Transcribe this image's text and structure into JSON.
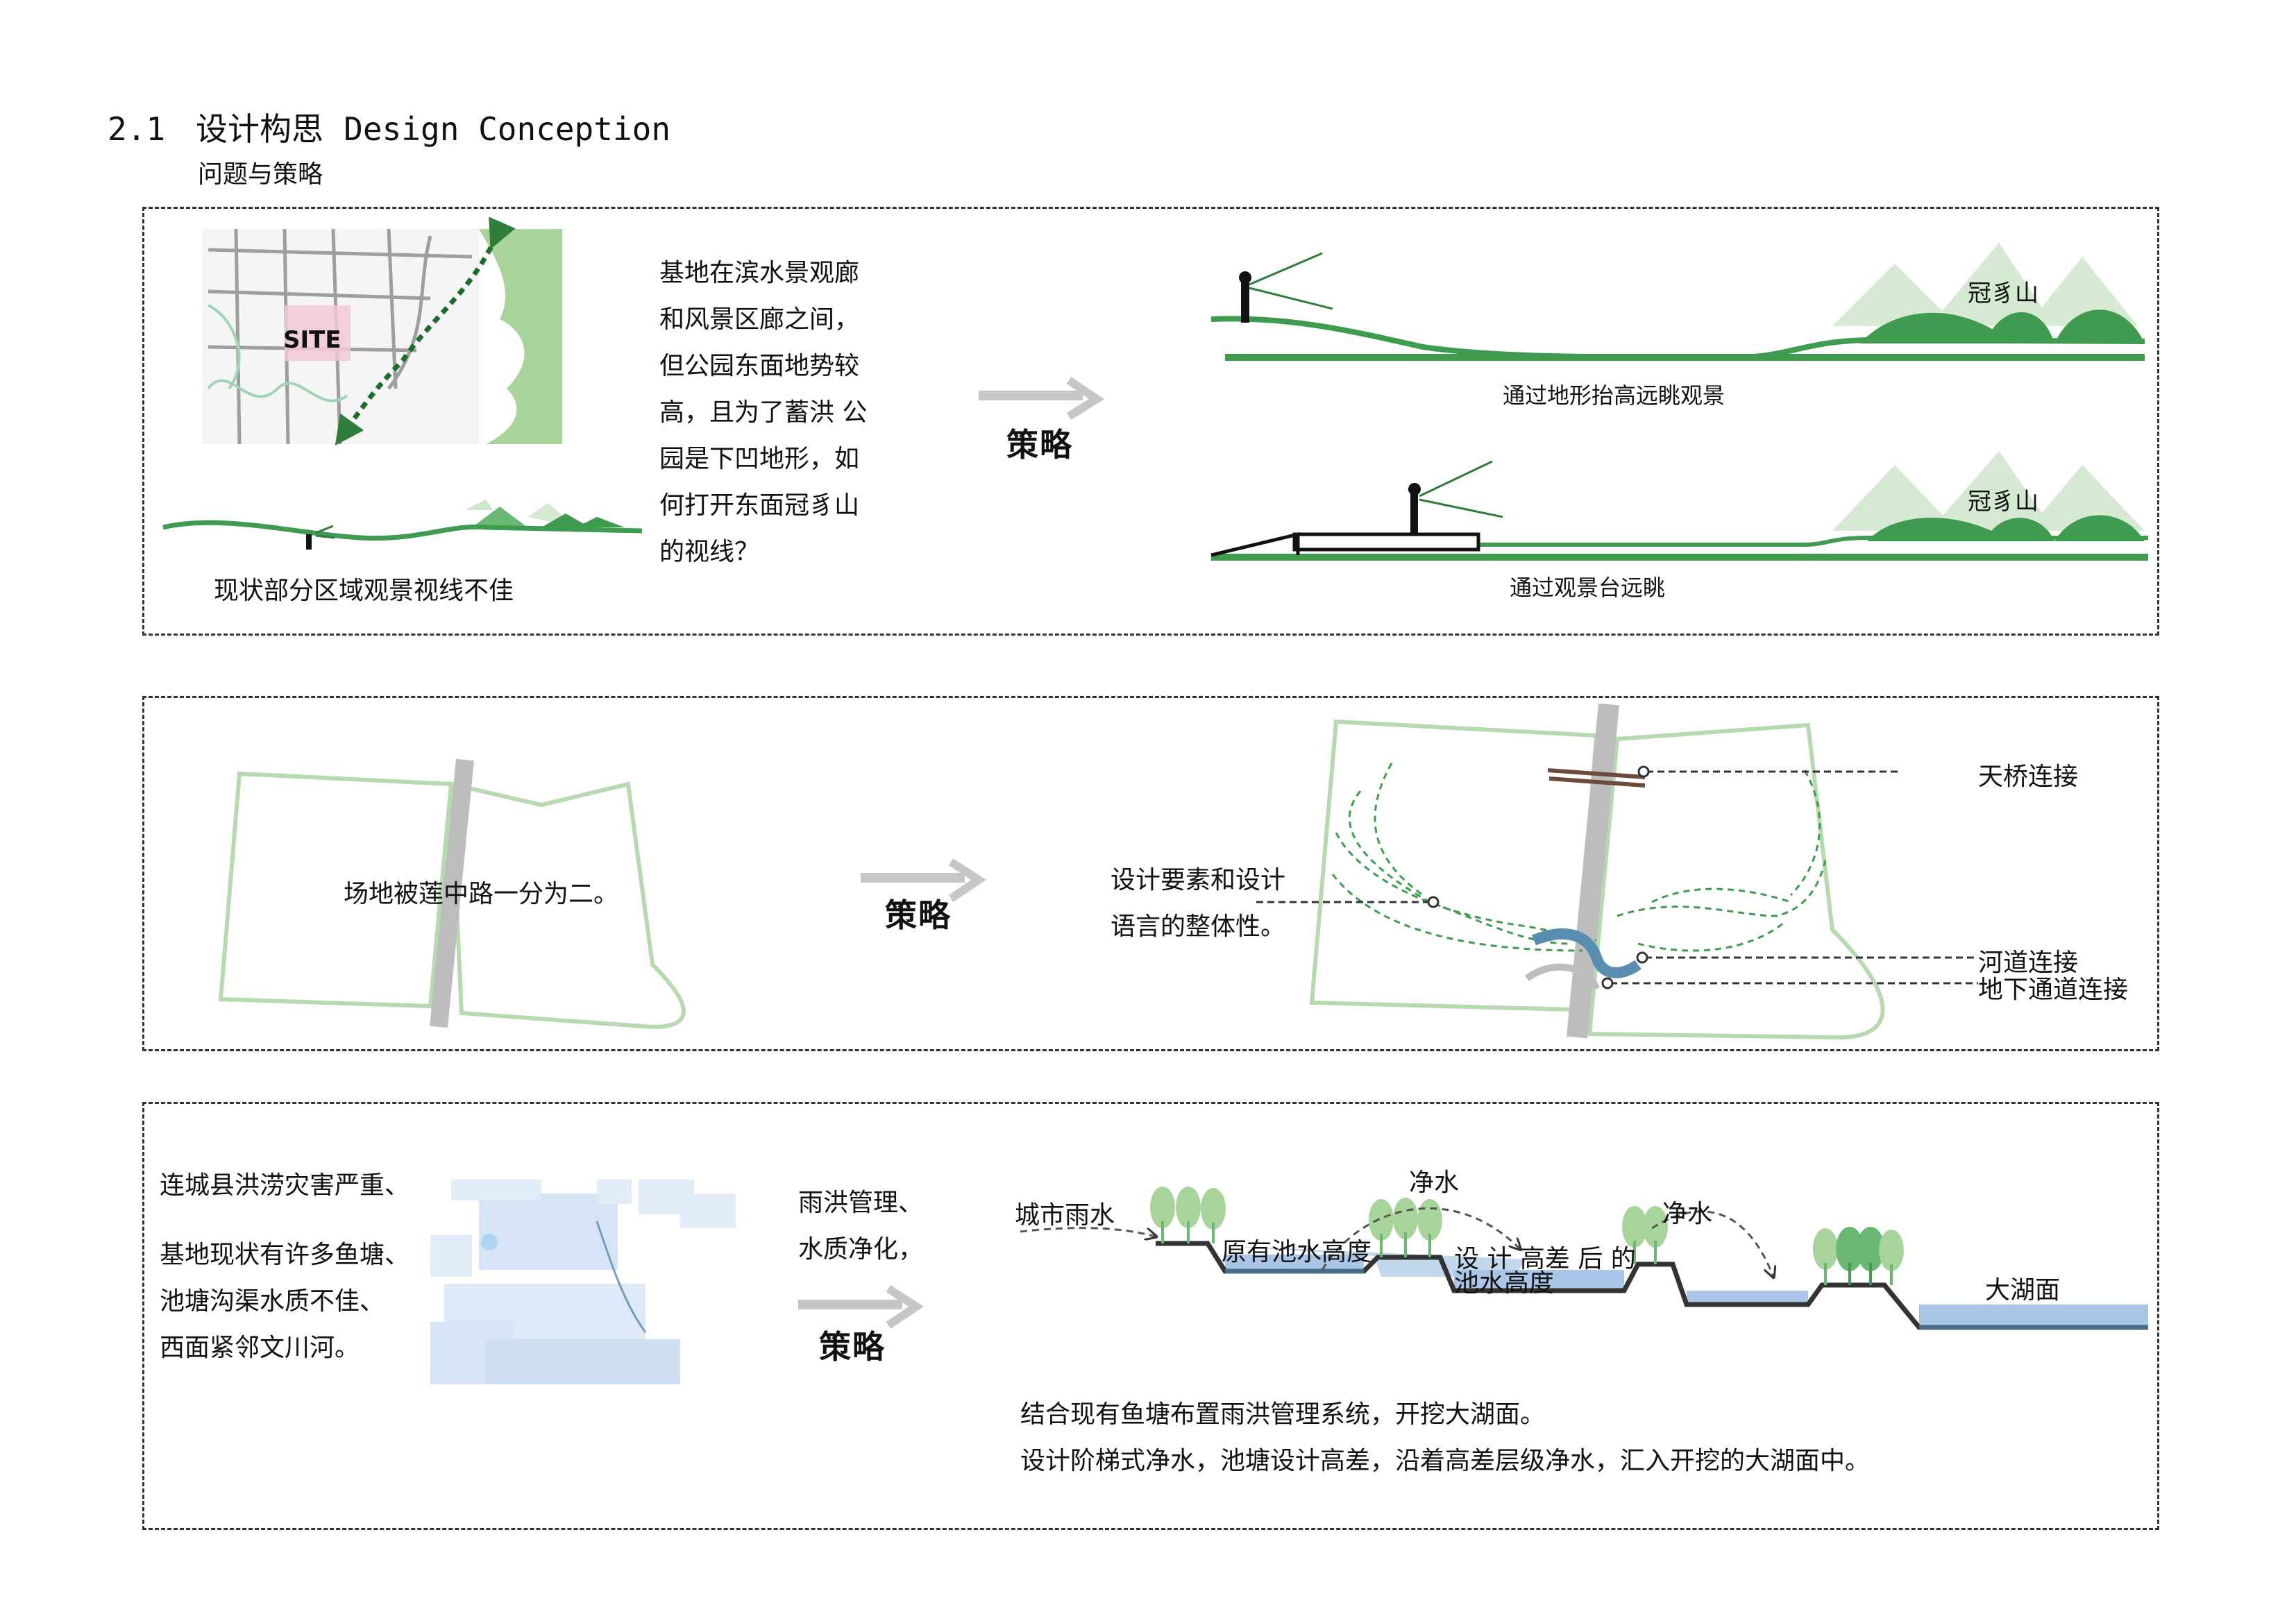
{
  "header": {
    "number": "2.1",
    "title_cn": "设计构思",
    "title_en": "Design Conception",
    "subtitle": "问题与策略"
  },
  "strategy_label": "策略",
  "panel1": {
    "site_label": "SITE",
    "problem_lines": [
      "基地在滨水景观廊",
      "和风景区廊之间，",
      "但公园东面地势较",
      "高，且为了蓄洪 公",
      "园是下凹地形，如",
      "何打开东面冠豸山",
      "的视线？"
    ],
    "problem_caption": "现状部分区域观景视线不佳",
    "mountain_label_1": "冠豸山",
    "caption_1": "通过地形抬高远眺观景",
    "mountain_label_2": "冠豸山",
    "caption_2": "通过观景台远眺"
  },
  "panel2": {
    "problem_text": "场地被莲中路一分为二。",
    "element_lines": [
      "设计要素和设计",
      "语言的整体性。"
    ],
    "label_bridge": "天桥连接",
    "label_river": "河道连接",
    "label_underpass": "地下通道连接"
  },
  "panel3": {
    "problem_lines": [
      "连城县洪涝灾害严重、",
      "基地现状有许多鱼塘、",
      "池塘沟渠水质不佳、",
      "西面紧邻文川河。"
    ],
    "strategy_lines": [
      "雨洪管理、",
      "水质净化，"
    ],
    "label_rain": "城市雨水",
    "label_purify_1": "净水",
    "label_purify_2": "净水",
    "label_pond": "原有池水高度",
    "label_designed": "设 计 高差 后 的",
    "label_designed_2": "池水高度",
    "label_lake": "大湖面",
    "summary_1": "结合现有鱼塘布置雨洪管理系统，开挖大湖面。",
    "summary_2": "设计阶梯式净水，池塘设计高差，沿着高差层级净水，汇入开挖的大湖面中。"
  },
  "colors": {
    "green_dark": "#3e9b4f",
    "green_mid": "#6ab873",
    "green_light": "#b6d9b0",
    "green_pale": "#d6ead3",
    "water": "#a9c6e6",
    "water_dark": "#4a6d8c",
    "road_gray": "#bdbdbd",
    "arrow_gray": "#c6c6c6"
  }
}
